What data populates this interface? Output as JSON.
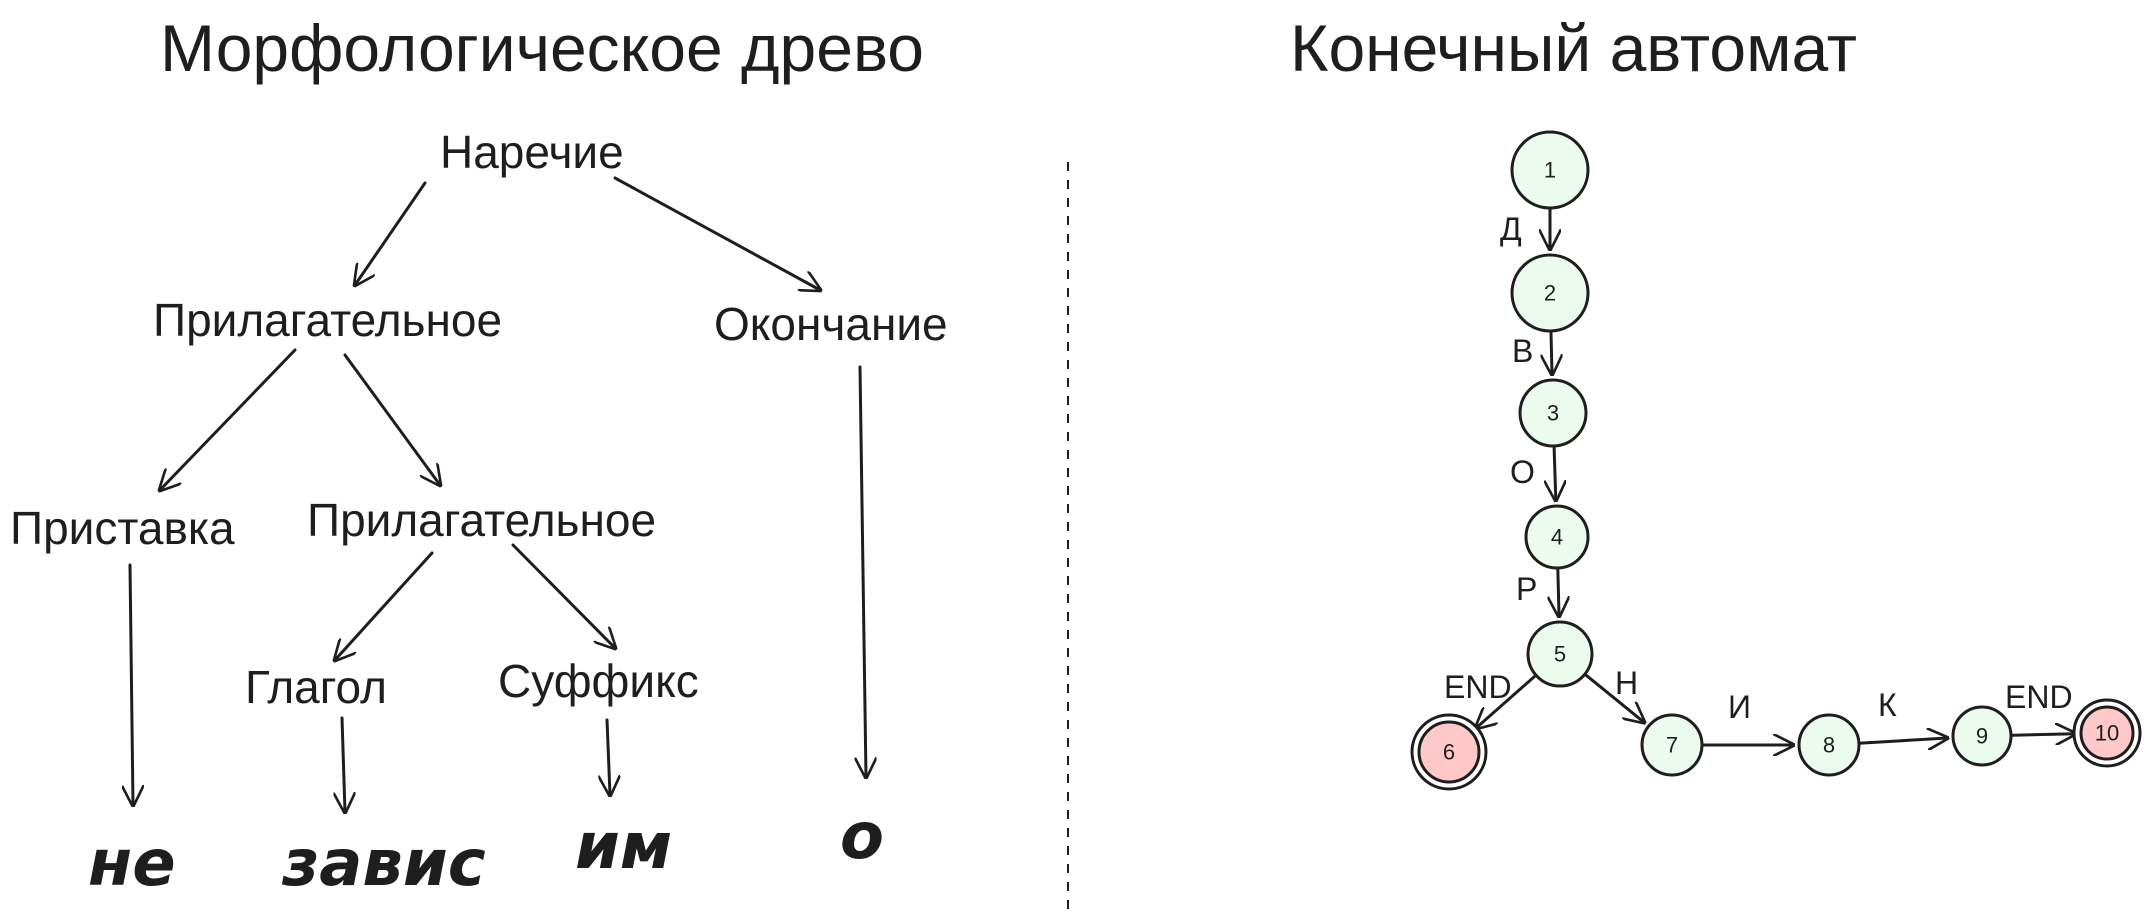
{
  "titles": {
    "left": "Морфологическое древо",
    "right": "Конечный автомат"
  },
  "tree": {
    "nodes": [
      {
        "id": "root",
        "label": "Наречие"
      },
      {
        "id": "adj1",
        "label": "Прилагательное"
      },
      {
        "id": "ending",
        "label": "Окончание"
      },
      {
        "id": "prefix",
        "label": "Приставка"
      },
      {
        "id": "adj2",
        "label": "Прилагательное"
      },
      {
        "id": "verb",
        "label": "Глагол"
      },
      {
        "id": "suffix",
        "label": "Суффикс"
      }
    ],
    "morphemes": [
      {
        "id": "m_prefix",
        "text": "не"
      },
      {
        "id": "m_verb",
        "text": "завис"
      },
      {
        "id": "m_suffix",
        "text": "им"
      },
      {
        "id": "m_ending",
        "text": "о"
      }
    ],
    "edges": [
      [
        "root",
        "adj1"
      ],
      [
        "root",
        "ending"
      ],
      [
        "adj1",
        "prefix"
      ],
      [
        "adj1",
        "adj2"
      ],
      [
        "adj2",
        "verb"
      ],
      [
        "adj2",
        "suffix"
      ],
      [
        "prefix",
        "m_prefix"
      ],
      [
        "verb",
        "m_verb"
      ],
      [
        "suffix",
        "m_suffix"
      ],
      [
        "ending",
        "m_ending"
      ]
    ]
  },
  "automaton": {
    "colors": {
      "normal_fill": "#ebfbee",
      "final_fill": "#ffc9c9",
      "stroke": "#1e1e1e"
    },
    "states": [
      {
        "id": "1",
        "final": false
      },
      {
        "id": "2",
        "final": false
      },
      {
        "id": "3",
        "final": false
      },
      {
        "id": "4",
        "final": false
      },
      {
        "id": "5",
        "final": false
      },
      {
        "id": "6",
        "final": true
      },
      {
        "id": "7",
        "final": false
      },
      {
        "id": "8",
        "final": false
      },
      {
        "id": "9",
        "final": false
      },
      {
        "id": "10",
        "final": true
      }
    ],
    "transitions": [
      {
        "from": "1",
        "to": "2",
        "label": "Д"
      },
      {
        "from": "2",
        "to": "3",
        "label": "В"
      },
      {
        "from": "3",
        "to": "4",
        "label": "О"
      },
      {
        "from": "4",
        "to": "5",
        "label": "Р"
      },
      {
        "from": "5",
        "to": "6",
        "label": "END"
      },
      {
        "from": "5",
        "to": "7",
        "label": "Н"
      },
      {
        "from": "7",
        "to": "8",
        "label": "И"
      },
      {
        "from": "8",
        "to": "9",
        "label": "К"
      },
      {
        "from": "9",
        "to": "10",
        "label": "END"
      }
    ]
  }
}
